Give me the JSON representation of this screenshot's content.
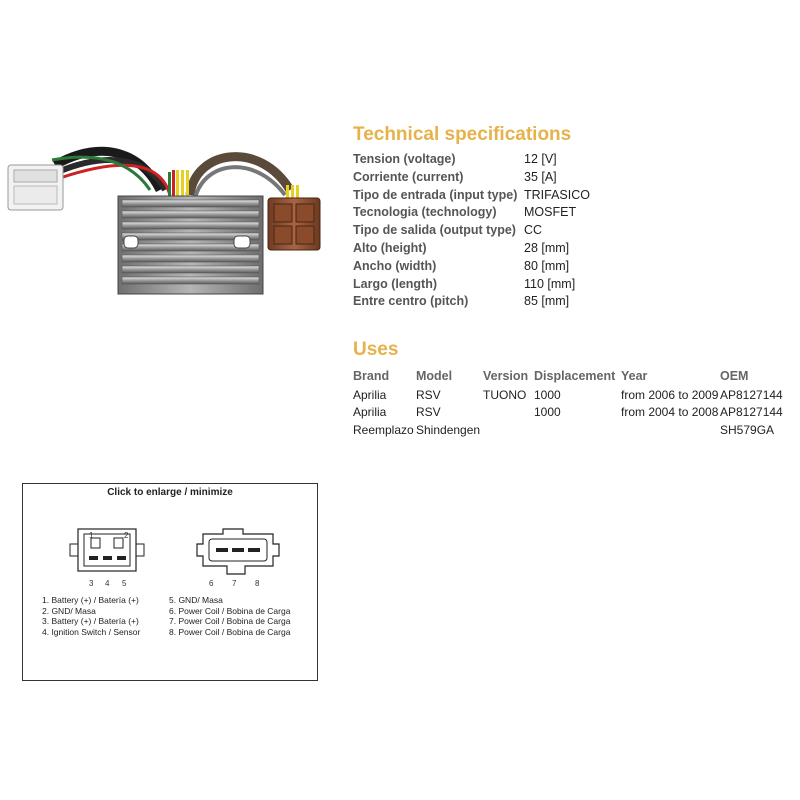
{
  "specs": {
    "title": "Technical specifications",
    "rows": [
      {
        "label": "Tension (voltage)",
        "value": "12 [V]"
      },
      {
        "label": "Corriente (current)",
        "value": "35 [A]"
      },
      {
        "label": "Tipo de entrada (input type)",
        "value": "TRIFASICO"
      },
      {
        "label": "Tecnologia (technology)",
        "value": "MOSFET"
      },
      {
        "label": "Tipo de salida (output type)",
        "value": "CC"
      },
      {
        "label": "Alto (height)",
        "value": "28 [mm]"
      },
      {
        "label": "Ancho (width)",
        "value": "80 [mm]"
      },
      {
        "label": "Largo (length)",
        "value": "110 [mm]"
      },
      {
        "label": "Entre centro (pitch)",
        "value": "85 [mm]"
      }
    ]
  },
  "uses": {
    "title": "Uses",
    "headers": [
      "Brand",
      "Model",
      "Version",
      "Displacement",
      "Year",
      "OEM"
    ],
    "rows": [
      [
        "Aprilia",
        "RSV",
        "TUONO",
        "1000",
        "from 2006 to 2009",
        "AP8127144"
      ],
      [
        "Aprilia",
        "RSV",
        "",
        "1000",
        "from 2004 to 2008",
        "AP8127144"
      ],
      [
        "Reemplazo",
        "Shindengen",
        "",
        "",
        "",
        "SH579GA"
      ]
    ]
  },
  "diagram": {
    "header": "Click to enlarge / minimize",
    "left_top_pins": [
      "1",
      "2"
    ],
    "left_bottom_pins": [
      "3",
      "4",
      "5"
    ],
    "right_bottom_pins": [
      "6",
      "7",
      "8"
    ],
    "left_pins": [
      "1. Battery (+) / Batería (+)",
      "2. GND/ Masa",
      "3. Battery (+) / Batería (+)",
      "4. Ignition Switch / Sensor"
    ],
    "right_pins": [
      "5. GND/ Masa",
      "6. Power Coil / Bobina de Carga",
      "7. Power Coil / Bobina de Carga",
      "8. Power Coil / Bobina de Carga"
    ]
  },
  "colors": {
    "title_accent": "#e6b24a",
    "heatsink": "#8c8c8c",
    "connector_white": "#f2f2f2",
    "connector_brown": "#9a5a3c"
  },
  "icons": {
    "product": "voltage-regulator-image"
  }
}
